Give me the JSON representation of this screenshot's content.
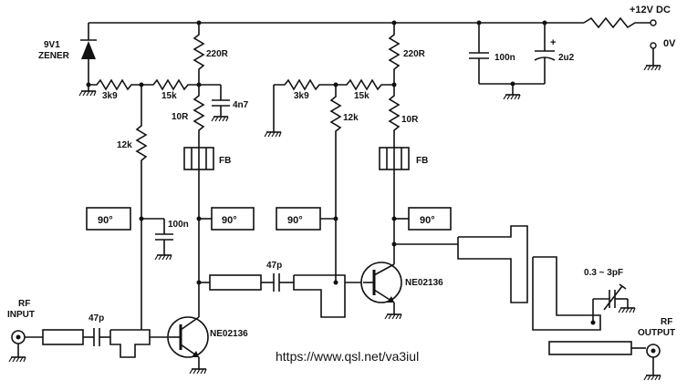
{
  "supply": {
    "positive": "+12V DC",
    "ground": "0V"
  },
  "components": {
    "zener": "9V1\nZENER",
    "r_3k9_a": "3k9",
    "r_15k_a": "15k",
    "r_220_a": "220R",
    "c_4n7": "4n7",
    "r_10_a": "10R",
    "r_12k_a": "12k",
    "fb_a": "FB",
    "ps_a1": "90°",
    "c_100n_a": "100n",
    "ps_a2": "90°",
    "r_3k9_b": "3k9",
    "r_15k_b": "15k",
    "r_220_b": "220R",
    "r_12k_b": "12k",
    "r_10_b": "10R",
    "fb_b": "FB",
    "ps_b1": "90°",
    "ps_b2": "90°",
    "c_100n_b": "100n",
    "c_2u2": "2u2",
    "c_47p_a": "47p",
    "c_47p_b": "47p",
    "q1": "NE02136",
    "q2": "NE02136",
    "trimmer": "0.3 ~ 3pF",
    "rf_in": "RF\nINPUT",
    "rf_out": "RF\nOUTPUT"
  },
  "watermark": "https://www.qsl.net/va3iul"
}
